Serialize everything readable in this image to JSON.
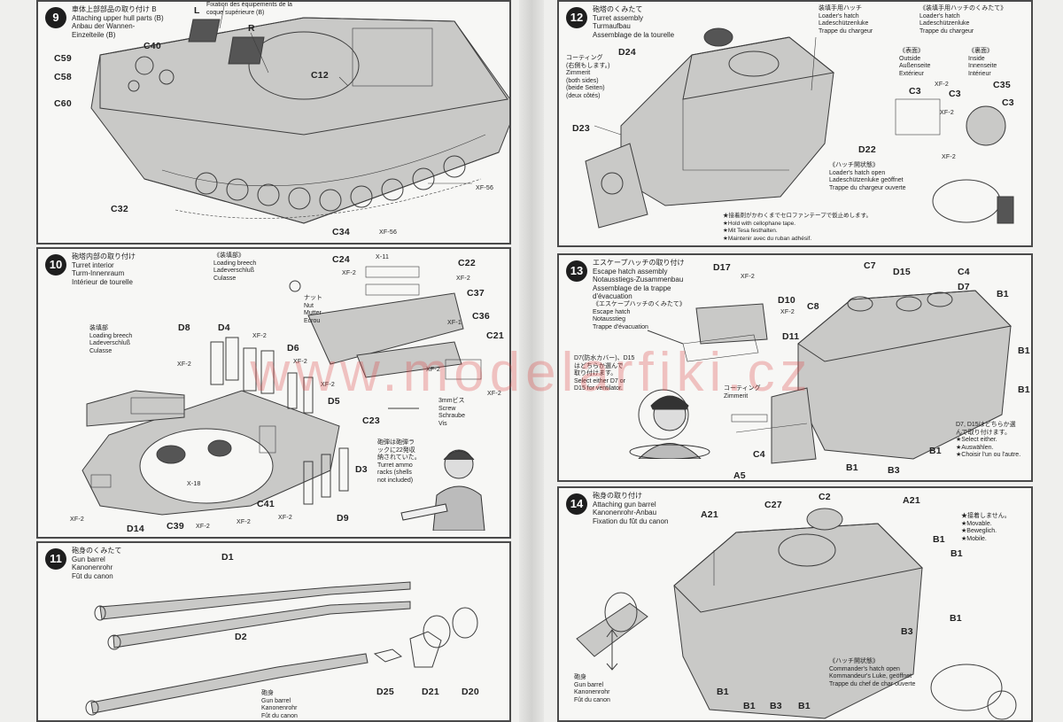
{
  "watermark": "www.modelarfiki.cz",
  "steps": [
    {
      "number": "9",
      "title": "車体上部部品の取り付け B\nAttaching upper hull parts (B)\nAnbau der Wannen-\nEinzelteile (B)",
      "title_fr": "Fixation des équipements de la\ncoque supérieure (B)",
      "labels": {
        "L": "L",
        "R": "R",
        "C40": "C40",
        "C59": "C59",
        "C58": "C58",
        "C60": "C60",
        "C12": "C12",
        "C32": "C32",
        "C34": "C34",
        "xf56a": "XF-56",
        "xf56b": "XF-56"
      }
    },
    {
      "number": "10",
      "title": "砲塔内部の取り付け\nTurret interior\nTurm-Innenraum\nIntérieur de tourelle",
      "breech_top": "《装填部》\nLoading breech\nLadeverschluß\nCulasse",
      "breech_left": "装填部\nLoading breech\nLadeverschluß\nCulasse",
      "nut": "ナット\nNut\nMutter\nEcrou",
      "screw": "3mmビス\nScrew\nSchraube\nVis",
      "ammo": "砲弾は砲弾ラ\nックに22発収\n納されていた。\nTurret ammo\nracks (shells\nnot included)",
      "labels": {
        "C24": "C24",
        "X11": "X-11",
        "C22": "C22",
        "XF2a": "XF-2",
        "XF2b": "XF-2",
        "C37": "C37",
        "XF1": "XF-1",
        "C36": "C36",
        "C21": "C21",
        "XF2c": "XF-2",
        "XF2d": "XF-2",
        "D8": "D8",
        "D4": "D4",
        "D6": "D6",
        "XF2e": "XF-2",
        "XF2f": "XF-2",
        "XF2g": "XF-2",
        "XF2h": "XF-2",
        "D5": "D5",
        "C23": "C23",
        "D3": "D3",
        "X18": "X-18",
        "C41": "C41",
        "C39": "C39",
        "D14": "D14",
        "D9": "D9",
        "XF2i": "XF-2",
        "XF2j": "XF-2",
        "XF2k": "XF-2",
        "XF2l": "XF-2"
      }
    },
    {
      "number": "11",
      "title": "砲身のくみたて\nGun barrel\nKanonenrohr\nFût du canon",
      "barrel_note": "砲身\nGun barrel\nKanonenrohr\nFût du canon",
      "labels": {
        "D1": "D1",
        "D2": "D2",
        "D25": "D25",
        "D21": "D21",
        "D20": "D20"
      }
    },
    {
      "number": "12",
      "title": "砲塔のくみたて\nTurret assembly\nTurmaufbau\nAssemblage de la tourelle",
      "coating": "コーティング\n(右側もします。)\nZimmerit\n(both sides)\n(beide Seiten)\n(deux côtés)",
      "loader_hatch": "装填手用ハッチ\nLoader's hatch\nLadeschützenluke\nTrappe du chargeur",
      "loader_assembly": "《装填手用ハッチのくみたて》\nLoader's hatch\nLadeschützenluke\nTrappe du chargeur",
      "outside": "《表面》\nOutside\nAußenseite\nExtérieur",
      "inside": "《裏面》\nInside\nInnenseite\nIntérieur",
      "hatch_open": "《ハッチ開状態》\nLoader's hatch open\nLadeschützenluke geöffnet\nTrappe du chargeur ouverte",
      "tape": "★接着剤がかわくまでセロファンテープで仮止めします。\n★Hold with cellophane tape.\n★Mit Tesa festhalten.\n★Maintenir avec du ruban adhésif.",
      "labels": {
        "D24": "D24",
        "D23": "D23",
        "C3a": "C3",
        "C3b": "C3",
        "C3c": "C3",
        "C35": "C35",
        "XF2a": "XF-2",
        "XF2b": "XF-2",
        "XF2c": "XF-2",
        "D22": "D22"
      }
    },
    {
      "number": "13",
      "title": "エスケープハッチの取り付け\nEscape hatch assembly\nNotausstiegs-Zusammenbau\nAssemblage de la trappe\nd'évacuation",
      "sub": "《エスケープハッチのくみたて》\nEscape hatch\nNotausstieg\nTrappe d'évacuation",
      "select": "D7(防水カバー)、D15\nはどちらか選んで\n取り付けます。\nSelect either D7 or\nD15 for ventilator.",
      "coating": "コーティング\nZimmerit",
      "either": "D7, D15はどちらか選\nんで取り付けます。\n★Select either.\n★Auswählen.\n★Choisir l'un ou l'autre.",
      "labels": {
        "D17": "D17",
        "XF2a": "XF-2",
        "D10": "D10",
        "XF2b": "XF-2",
        "D11": "D11",
        "C7": "C7",
        "D15": "D15",
        "C4a": "C4",
        "D7": "D7",
        "C8": "C8",
        "B1a": "B1",
        "B1b": "B1",
        "B1c": "B1",
        "B1d": "B1",
        "C4b": "C4",
        "A5": "A5",
        "B1e": "B1",
        "B3": "B3"
      }
    },
    {
      "number": "14",
      "title": "砲身の取り付け\nAttaching gun barrel\nKanonenrohr-Anbau\nFixation du fût du canon",
      "movable": "★接着しません。\n★Movable.\n★Beweglich.\n★Mobile.",
      "barrel_note": "砲身\nGun barrel\nKanonenrohr\nFût du canon",
      "cmd_hatch": "《ハッチ開状態》\nCommander's hatch open\nKommandeur's Luke, geöffnet\nTrappe du chef de char ouverte",
      "labels": {
        "A21a": "A21",
        "C27": "C27",
        "C2": "C2",
        "A21b": "A21",
        "B1a": "B1",
        "B1b": "B1",
        "B1c": "B1",
        "B1d": "B1",
        "B3a": "B3",
        "B1e": "B1",
        "B3b": "B3",
        "B1f": "B1"
      }
    }
  ]
}
